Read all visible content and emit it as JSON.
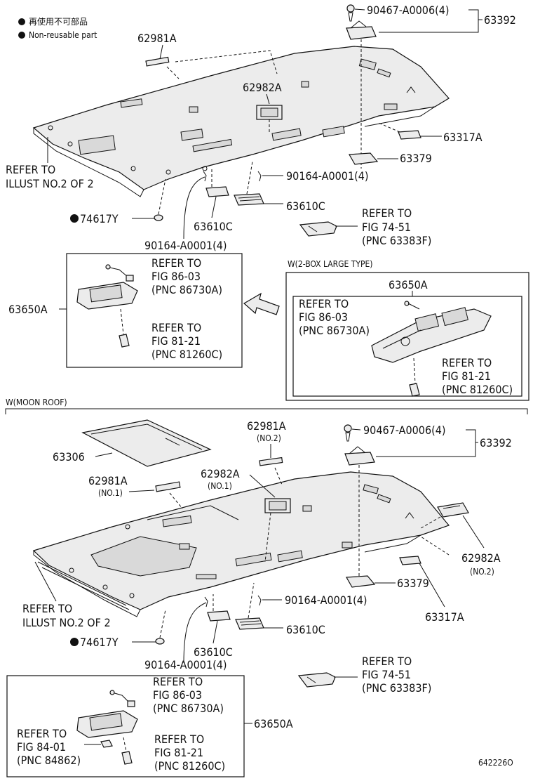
{
  "legend": {
    "line1": "再使用不可部品",
    "line2": "Non-reusable part"
  },
  "top": {
    "part_62981A": "62981A",
    "part_62982A": "62982A",
    "part_90467": "90467-A0006(4)",
    "part_63392": "63392",
    "part_63317A": "63317A",
    "part_63379": "63379",
    "part_90164_r": "90164-A0001(4)",
    "part_63610C_r": "63610C",
    "part_63610C_l": "63610C",
    "part_90164_l": "90164-A0001(4)",
    "part_74617Y": "74617Y",
    "refer_illust_1": "REFER TO",
    "refer_illust_2": "ILLUST NO.2 OF 2",
    "ref_74_1": "REFER TO",
    "ref_74_2": "FIG 74-51",
    "ref_74_3": "(PNC 63383F)"
  },
  "inset_left": {
    "part_63650A": "63650A",
    "ref_86_1": "REFER TO",
    "ref_86_2": "FIG 86-03",
    "ref_86_3": "(PNC 86730A)",
    "ref_81_1": "REFER TO",
    "ref_81_2": "FIG 81-21",
    "ref_81_3": "(PNC 81260C)"
  },
  "inset_right": {
    "title": "W(2-BOX LARGE TYPE)",
    "part_63650A": "63650A",
    "ref_86_1": "REFER TO",
    "ref_86_2": "FIG 86-03",
    "ref_86_3": "(PNC 86730A)",
    "ref_81_1": "REFER TO",
    "ref_81_2": "FIG 81-21",
    "ref_81_3": "(PNC 81260C)"
  },
  "moon": {
    "title": "W(MOON ROOF)",
    "part_63306": "63306",
    "part_62981A_no2": "62981A",
    "no2_a": "(NO.2)",
    "part_90467": "90467-A0006(4)",
    "part_63392": "63392",
    "part_62982A_no1": "62982A",
    "no1_a": "(NO.1)",
    "part_62981A_no1": "62981A",
    "no1_b": "(NO.1)",
    "part_62982A_no2": "62982A",
    "no2_b": "(NO.2)",
    "part_63379": "63379",
    "part_63317A": "63317A",
    "part_90164_r": "90164-A0001(4)",
    "part_63610C_r": "63610C",
    "part_63610C_l": "63610C",
    "part_90164_l": "90164-A0001(4)",
    "part_74617Y": "74617Y",
    "refer_illust_1": "REFER TO",
    "refer_illust_2": "ILLUST NO.2 OF 2",
    "ref_74_1": "REFER TO",
    "ref_74_2": "FIG 74-51",
    "ref_74_3": "(PNC 63383F)"
  },
  "inset_bottom": {
    "part_63650A": "63650A",
    "ref_86_1": "REFER TO",
    "ref_86_2": "FIG 86-03",
    "ref_86_3": "(PNC 86730A)",
    "ref_84_1": "REFER TO",
    "ref_84_2": "FIG 84-01",
    "ref_84_3": "(PNC 84862)",
    "ref_81_1": "REFER TO",
    "ref_81_2": "FIG 81-21",
    "ref_81_3": "(PNC 81260C)"
  },
  "drawing_number": "642226O"
}
